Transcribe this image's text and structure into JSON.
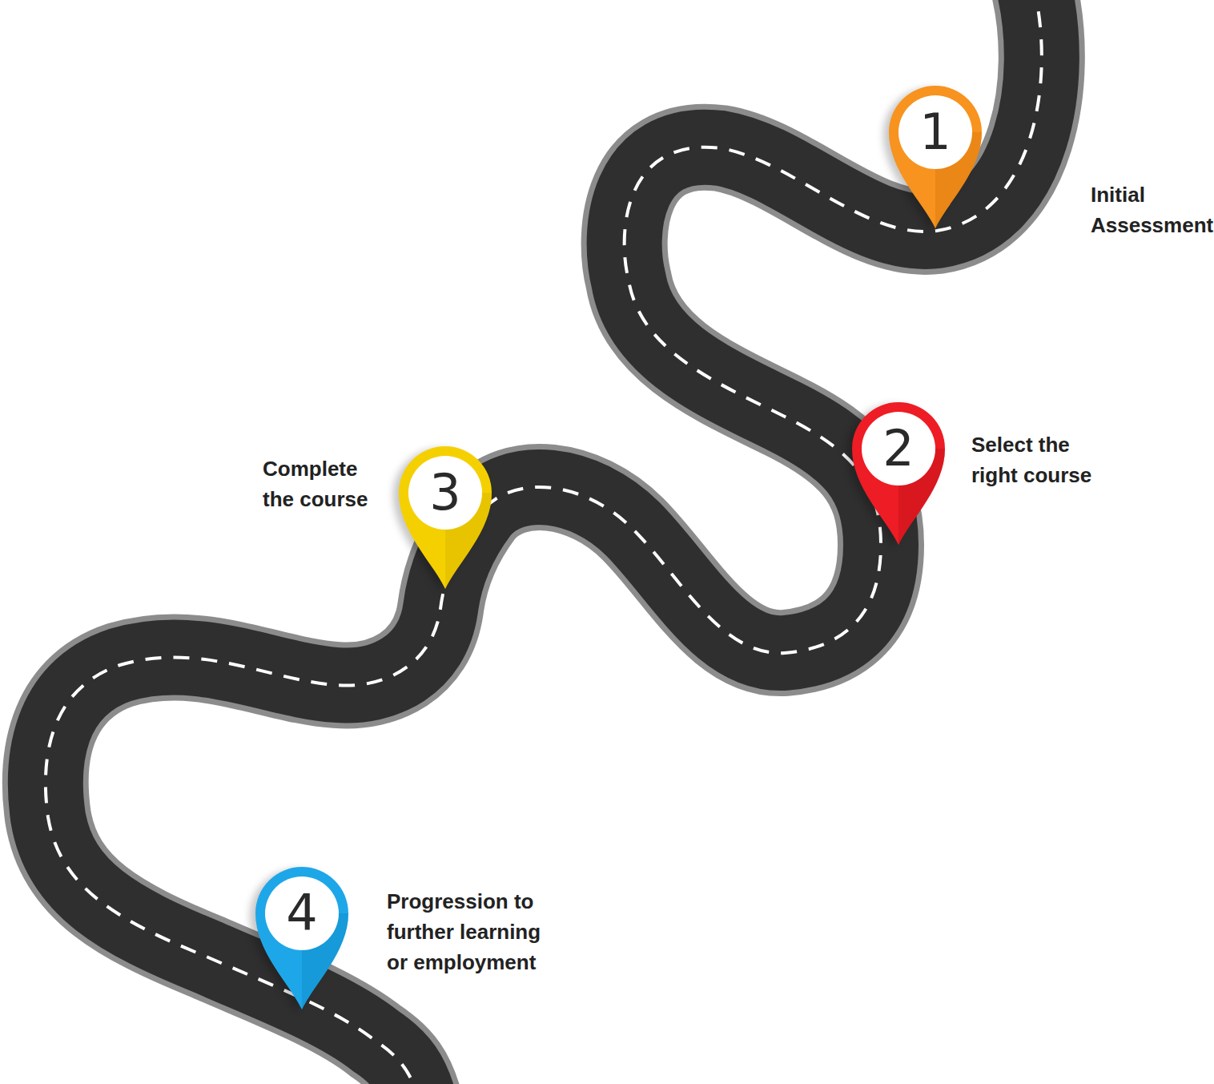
{
  "diagram": {
    "nodes": [
      {
        "text": [
          "1",
          "Initial Assessment"
        ]
      },
      {
        "text": [
          "2",
          "Select the right course"
        ]
      },
      {
        "text": [
          "3",
          "Complete the course"
        ]
      },
      {
        "text": [
          "4",
          "Progression to further learning or employment"
        ]
      }
    ]
  }
}
